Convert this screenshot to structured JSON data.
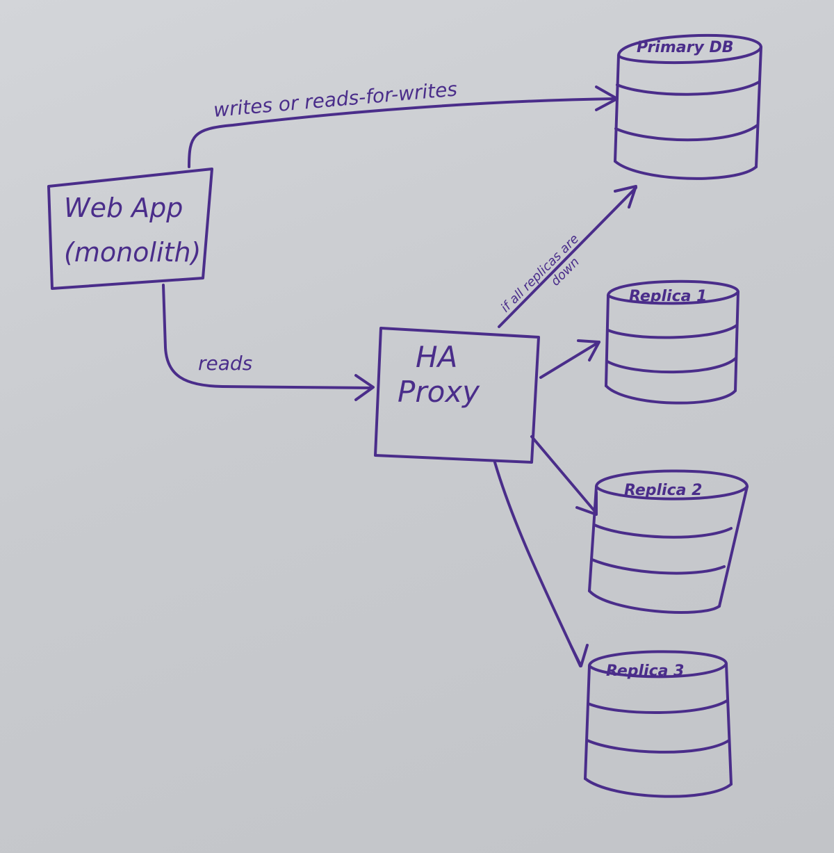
{
  "colors": {
    "ink": "#4a2d8a",
    "board": "#c9cbcf"
  },
  "nodes": {
    "web_app": {
      "line1": "Web App",
      "line2": "(monolith)"
    },
    "ha_proxy": {
      "line1": "HA",
      "line2": "Proxy"
    },
    "primary_db": {
      "label": "Primary DB"
    },
    "replica_1": {
      "label": "Replica 1"
    },
    "replica_2": {
      "label": "Replica 2"
    },
    "replica_3": {
      "label": "Replica 3"
    }
  },
  "edges": {
    "webapp_to_primary": {
      "label": "writes or reads-for-writes"
    },
    "webapp_to_proxy": {
      "label": "reads"
    },
    "proxy_to_primary": {
      "line1": "if all replicas are",
      "line2": "down"
    }
  }
}
